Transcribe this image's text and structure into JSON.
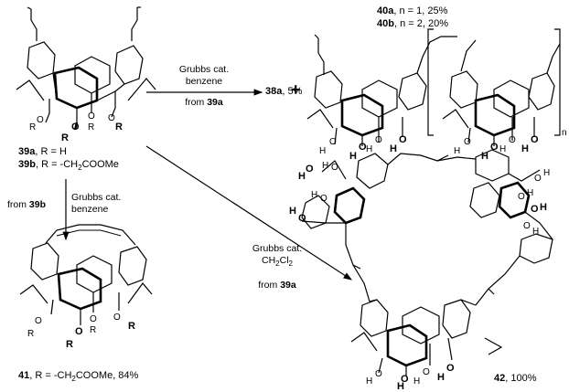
{
  "compounds": {
    "c39a_id": "39a",
    "c39a_sub": ", R = H",
    "c39b_id": "39b",
    "c39b_sub": ", R = -CH",
    "c39b_sub2": "2",
    "c39b_sub3": "COOMe",
    "c40a_id": "40a",
    "c40a_sub": ", n = 1, 25%",
    "c40b_id": "40b",
    "c40b_sub": ", n = 2, 20%",
    "c38a_id": "38a",
    "c38a_sub": ", 5%",
    "c41_id": "41",
    "c41_sub": ", R = -CH",
    "c41_sub2": "2",
    "c41_sub3": "COOMe, 84%",
    "c42_id": "42",
    "c42_sub": ", 100%",
    "plus": "+",
    "repeat_n": "n"
  },
  "arrows": {
    "top": {
      "line1": "Grubbs cat.",
      "line2": "benzene",
      "from_prefix": "from ",
      "from_id": "39a"
    },
    "down": {
      "line1": "Grubbs cat.",
      "line2": "benzene",
      "from_prefix": "from ",
      "from_id": "39b"
    },
    "diag": {
      "line1": "Grubbs cat.",
      "line2": "CH",
      "line2_sub": "2",
      "line2_rest": "Cl",
      "line2_sub2": "2",
      "from_prefix": "from ",
      "from_id": "39a"
    }
  },
  "atoms": {
    "O": "O",
    "R": "R",
    "H": "H"
  }
}
